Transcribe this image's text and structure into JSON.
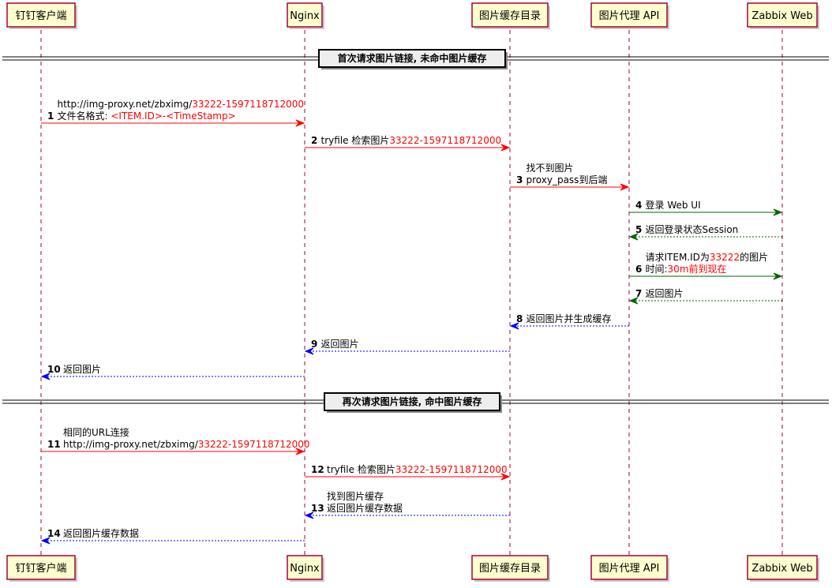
{
  "participants": [
    {
      "id": "client",
      "label": "钉钉客户端"
    },
    {
      "id": "nginx",
      "label": "Nginx"
    },
    {
      "id": "cache",
      "label": "图片缓存目录"
    },
    {
      "id": "proxy",
      "label": "图片代理 API"
    },
    {
      "id": "zabbix",
      "label": "Zabbix Web"
    }
  ],
  "dividers": [
    {
      "id": "first",
      "label": "首次请求图片链接, 未命中图片缓存"
    },
    {
      "id": "second",
      "label": "再次请求图片链接, 命中图片缓存"
    }
  ],
  "messages": [
    {
      "num": "1",
      "from": "client",
      "to": "nginx",
      "color": "#FF0000",
      "dashed": false,
      "lines": [
        [
          {
            "t": "http://img-proxy.net/zbximg/"
          },
          {
            "t": "33222-1597118712000",
            "c": "#FF0000"
          }
        ],
        [
          {
            "t": "文件名格式: "
          },
          {
            "t": "<ITEM.ID>-<TimeStamp>",
            "c": "#FF0000"
          }
        ]
      ]
    },
    {
      "num": "2",
      "from": "nginx",
      "to": "cache",
      "color": "#FF0000",
      "dashed": false,
      "lines": [
        [
          {
            "t": "tryfile 检索图片"
          },
          {
            "t": "33222-1597118712000",
            "c": "#FF0000"
          }
        ]
      ]
    },
    {
      "num": "3",
      "from": "cache",
      "to": "proxy",
      "color": "#FF0000",
      "dashed": false,
      "lines": [
        [
          {
            "t": "找不到图片"
          }
        ],
        [
          {
            "t": "proxy_pass到后端"
          }
        ]
      ]
    },
    {
      "num": "4",
      "from": "proxy",
      "to": "zabbix",
      "color": "#006400",
      "dashed": false,
      "lines": [
        [
          {
            "t": "登录 Web UI"
          }
        ]
      ]
    },
    {
      "num": "5",
      "from": "zabbix",
      "to": "proxy",
      "color": "#006400",
      "dashed": true,
      "lines": [
        [
          {
            "t": "返回登录状态Session"
          }
        ]
      ]
    },
    {
      "num": "6",
      "from": "proxy",
      "to": "zabbix",
      "color": "#006400",
      "dashed": false,
      "lines": [
        [
          {
            "t": "请求ITEM.ID为"
          },
          {
            "t": "33222",
            "c": "#FF0000"
          },
          {
            "t": "的图片"
          }
        ],
        [
          {
            "t": "时间:"
          },
          {
            "t": "30m前到现在",
            "c": "#FF0000"
          }
        ]
      ]
    },
    {
      "num": "7",
      "from": "zabbix",
      "to": "proxy",
      "color": "#006400",
      "dashed": true,
      "lines": [
        [
          {
            "t": "返回图片"
          }
        ]
      ]
    },
    {
      "num": "8",
      "from": "proxy",
      "to": "cache",
      "color": "#0000FF",
      "dashed": true,
      "lines": [
        [
          {
            "t": "返回图片并生成缓存"
          }
        ]
      ]
    },
    {
      "num": "9",
      "from": "cache",
      "to": "nginx",
      "color": "#0000FF",
      "dashed": true,
      "lines": [
        [
          {
            "t": "返回图片"
          }
        ]
      ]
    },
    {
      "num": "10",
      "from": "nginx",
      "to": "client",
      "color": "#0000FF",
      "dashed": true,
      "lines": [
        [
          {
            "t": "返回图片"
          }
        ]
      ]
    },
    {
      "num": "11",
      "from": "client",
      "to": "nginx",
      "color": "#FF0000",
      "dashed": false,
      "lines": [
        [
          {
            "t": "相同的URL连接"
          }
        ],
        [
          {
            "t": "http://img-proxy.net/zbximg/"
          },
          {
            "t": "33222-1597118712000",
            "c": "#FF0000"
          }
        ]
      ]
    },
    {
      "num": "12",
      "from": "nginx",
      "to": "cache",
      "color": "#FF0000",
      "dashed": false,
      "lines": [
        [
          {
            "t": "tryfile 检索图片"
          },
          {
            "t": "33222-1597118712000",
            "c": "#FF0000"
          }
        ]
      ]
    },
    {
      "num": "13",
      "from": "cache",
      "to": "nginx",
      "color": "#0000FF",
      "dashed": true,
      "lines": [
        [
          {
            "t": "找到图片缓存"
          }
        ],
        [
          {
            "t": "返回图片缓存数据"
          }
        ]
      ]
    },
    {
      "num": "14",
      "from": "nginx",
      "to": "client",
      "color": "#0000FF",
      "dashed": true,
      "lines": [
        [
          {
            "t": "返回图片缓存数据"
          }
        ]
      ]
    }
  ]
}
